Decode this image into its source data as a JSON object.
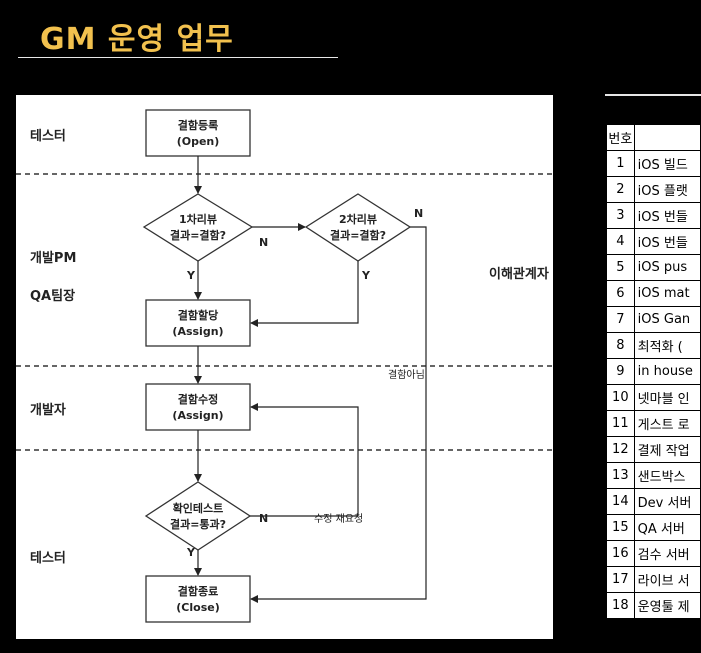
{
  "header": {
    "title": "GM 운영 업무"
  },
  "flowchart": {
    "lanes": {
      "tester_top": "테스터",
      "dev_pm": "개발PM",
      "qa_lead": "QA팀장",
      "developer": "개발자",
      "tester_bottom": "테스터",
      "stakeholder": "이해관계자"
    },
    "nodes": {
      "register": {
        "line1": "결함등록",
        "line2": "(Open)"
      },
      "review1": {
        "line1": "1차리뷰",
        "line2": "결과=결함?"
      },
      "review2": {
        "line1": "2차리뷰",
        "line2": "결과=결함?"
      },
      "assign": {
        "line1": "결함할당",
        "line2": "(Assign)"
      },
      "fix": {
        "line1": "결함수정",
        "line2": "(Assign)"
      },
      "verify": {
        "line1": "확인테스트",
        "line2": "결과=통과?"
      },
      "close": {
        "line1": "결함종료",
        "line2": "(Close)"
      }
    },
    "edge_labels": {
      "review1_no": "N",
      "review1_yes": "Y",
      "review2_no": "N",
      "review2_yes": "Y",
      "not_defect": "결함아님",
      "verify_no": "N",
      "verify_yes": "Y",
      "fix_request": "수정 재요청"
    }
  },
  "issue_table": {
    "header": {
      "num": "번호",
      "desc": ""
    },
    "rows": [
      {
        "num": "1",
        "text": "iOS 빌드"
      },
      {
        "num": "2",
        "text": "iOS 플랫"
      },
      {
        "num": "3",
        "text": "iOS 번들"
      },
      {
        "num": "4",
        "text": "iOS 번들"
      },
      {
        "num": "5",
        "text": "iOS pus"
      },
      {
        "num": "6",
        "text": "iOS mat"
      },
      {
        "num": "7",
        "text": "iOS Gan"
      },
      {
        "num": "8",
        "text": "최적화 ("
      },
      {
        "num": "9",
        "text": "in house"
      },
      {
        "num": "10",
        "text": "넷마블 인"
      },
      {
        "num": "11",
        "text": "게스트 로"
      },
      {
        "num": "12",
        "text": "결제 작업"
      },
      {
        "num": "13",
        "text": "샌드박스"
      },
      {
        "num": "14",
        "text": "Dev 서버"
      },
      {
        "num": "15",
        "text": "QA 서버"
      },
      {
        "num": "16",
        "text": "검수 서버"
      },
      {
        "num": "17",
        "text": "라이브 서"
      },
      {
        "num": "18",
        "text": "운영툴 제"
      }
    ]
  }
}
